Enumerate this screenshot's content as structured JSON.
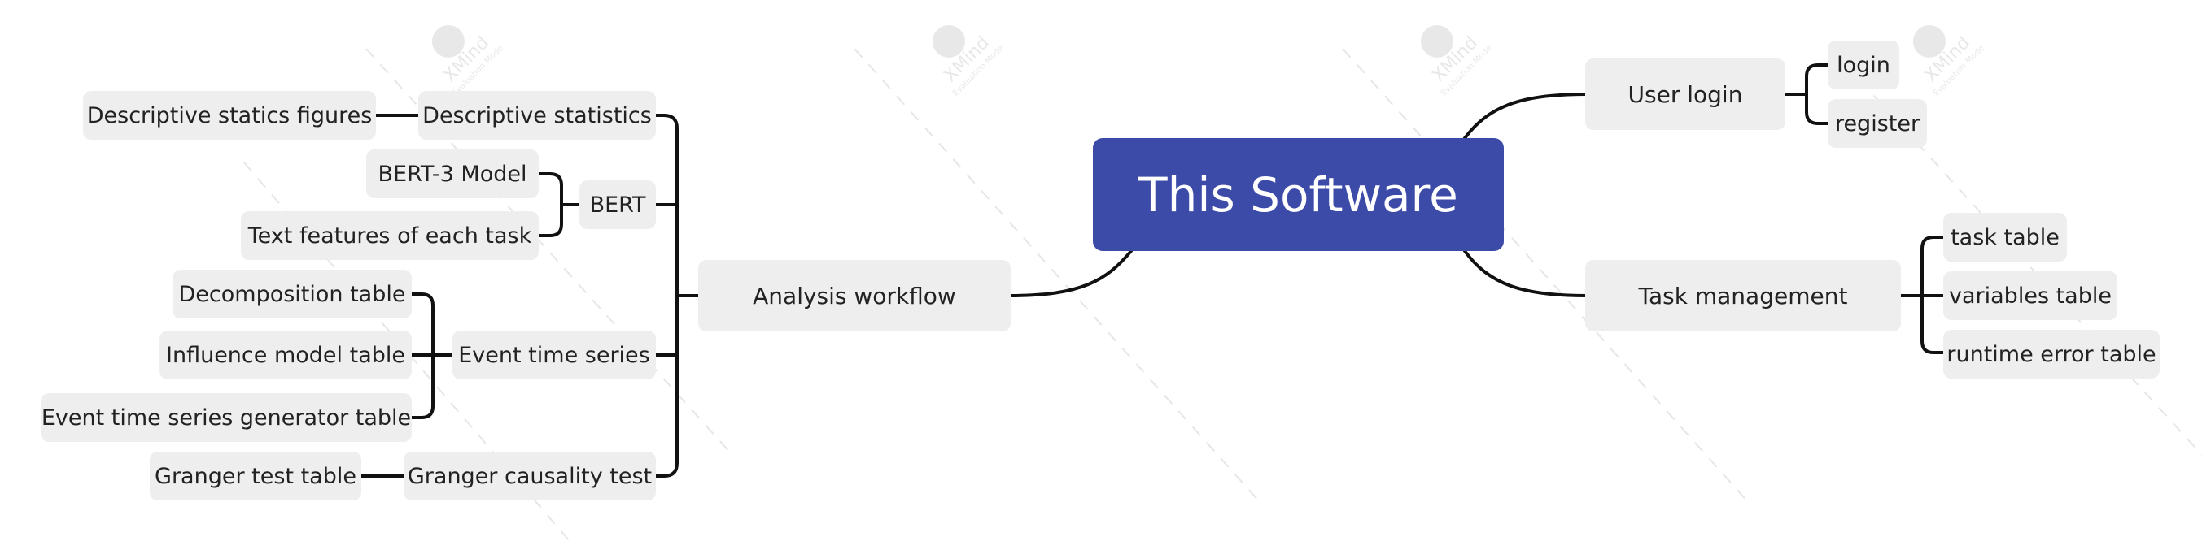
{
  "root": {
    "label": "This Software"
  },
  "branches": {
    "user_login": {
      "label": "User login",
      "children": [
        "login",
        "register"
      ]
    },
    "task_management": {
      "label": "Task management",
      "children": [
        "task table",
        "variables table",
        "runtime error table"
      ]
    },
    "analysis_workflow": {
      "label": "Analysis workflow",
      "descriptive": {
        "label": "Descriptive statistics",
        "child": "Descriptive statics figures"
      },
      "bert": {
        "label": "BERT",
        "children": [
          "BERT-3 Model",
          "Text features of each task"
        ]
      },
      "event": {
        "label": "Event time series",
        "children": [
          "Decomposition table",
          "Influence model table",
          "Event time series generator table"
        ]
      },
      "granger": {
        "label": "Granger causality test",
        "child": "Granger test table"
      }
    }
  },
  "colors": {
    "root_fill": "#3c4aa8",
    "node_fill": "#eeeeee",
    "line": "#111111"
  },
  "watermark": {
    "label": "XMind",
    "sublabel": "Evaluation Mode"
  }
}
